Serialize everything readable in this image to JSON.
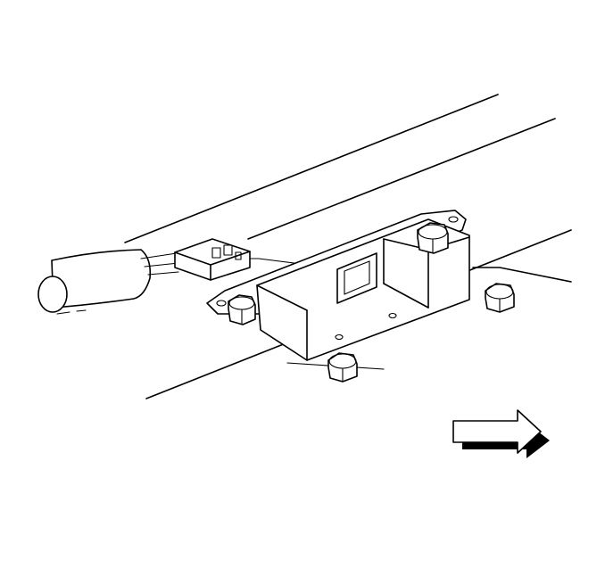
{
  "diagram": {
    "colors": {
      "background": "#ffffff",
      "line": "#000000"
    },
    "components": [
      "wiring-harness",
      "electrical-connector",
      "module",
      "mounting-nut",
      "mounting-surface",
      "direction-arrow"
    ],
    "direction_arrow": {
      "points": "right"
    }
  }
}
